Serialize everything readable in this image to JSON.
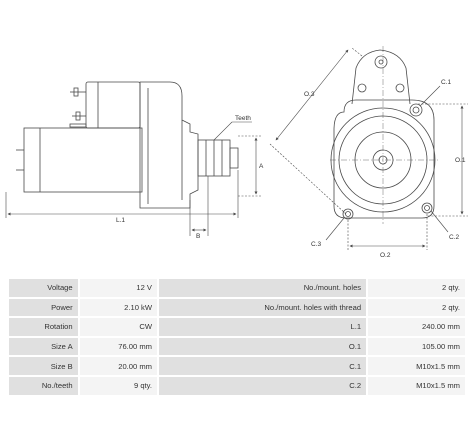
{
  "drawing": {
    "side_view_labels": {
      "teeth": "Teeth",
      "length": "L.1",
      "size_a": "A",
      "size_b": "B"
    },
    "front_view_labels": {
      "o1": "O.1",
      "o2": "O.2",
      "o3": "O.3",
      "c1": "C.1",
      "c2": "C.2",
      "c3": "C.3"
    }
  },
  "specs": {
    "rows": [
      {
        "l1": "Voltage",
        "v1": "12 V",
        "l2": "No./mount. holes",
        "v2": "2 qty."
      },
      {
        "l1": "Power",
        "v1": "2.10 kW",
        "l2": "No./mount. holes with thread",
        "v2": "2 qty."
      },
      {
        "l1": "Rotation",
        "v1": "CW",
        "l2": "L.1",
        "v2": "240.00 mm"
      },
      {
        "l1": "Size A",
        "v1": "76.00 mm",
        "l2": "O.1",
        "v2": "105.00 mm"
      },
      {
        "l1": "Size B",
        "v1": "20.00 mm",
        "l2": "C.1",
        "v2": "M10x1.5 mm"
      },
      {
        "l1": "No./teeth",
        "v1": "9 qty.",
        "l2": "C.2",
        "v2": "M10x1.5 mm"
      }
    ]
  },
  "colors": {
    "line": "#4a4a4a",
    "label_cell": "#e0e0e0",
    "value_cell": "#f4f4f4"
  }
}
